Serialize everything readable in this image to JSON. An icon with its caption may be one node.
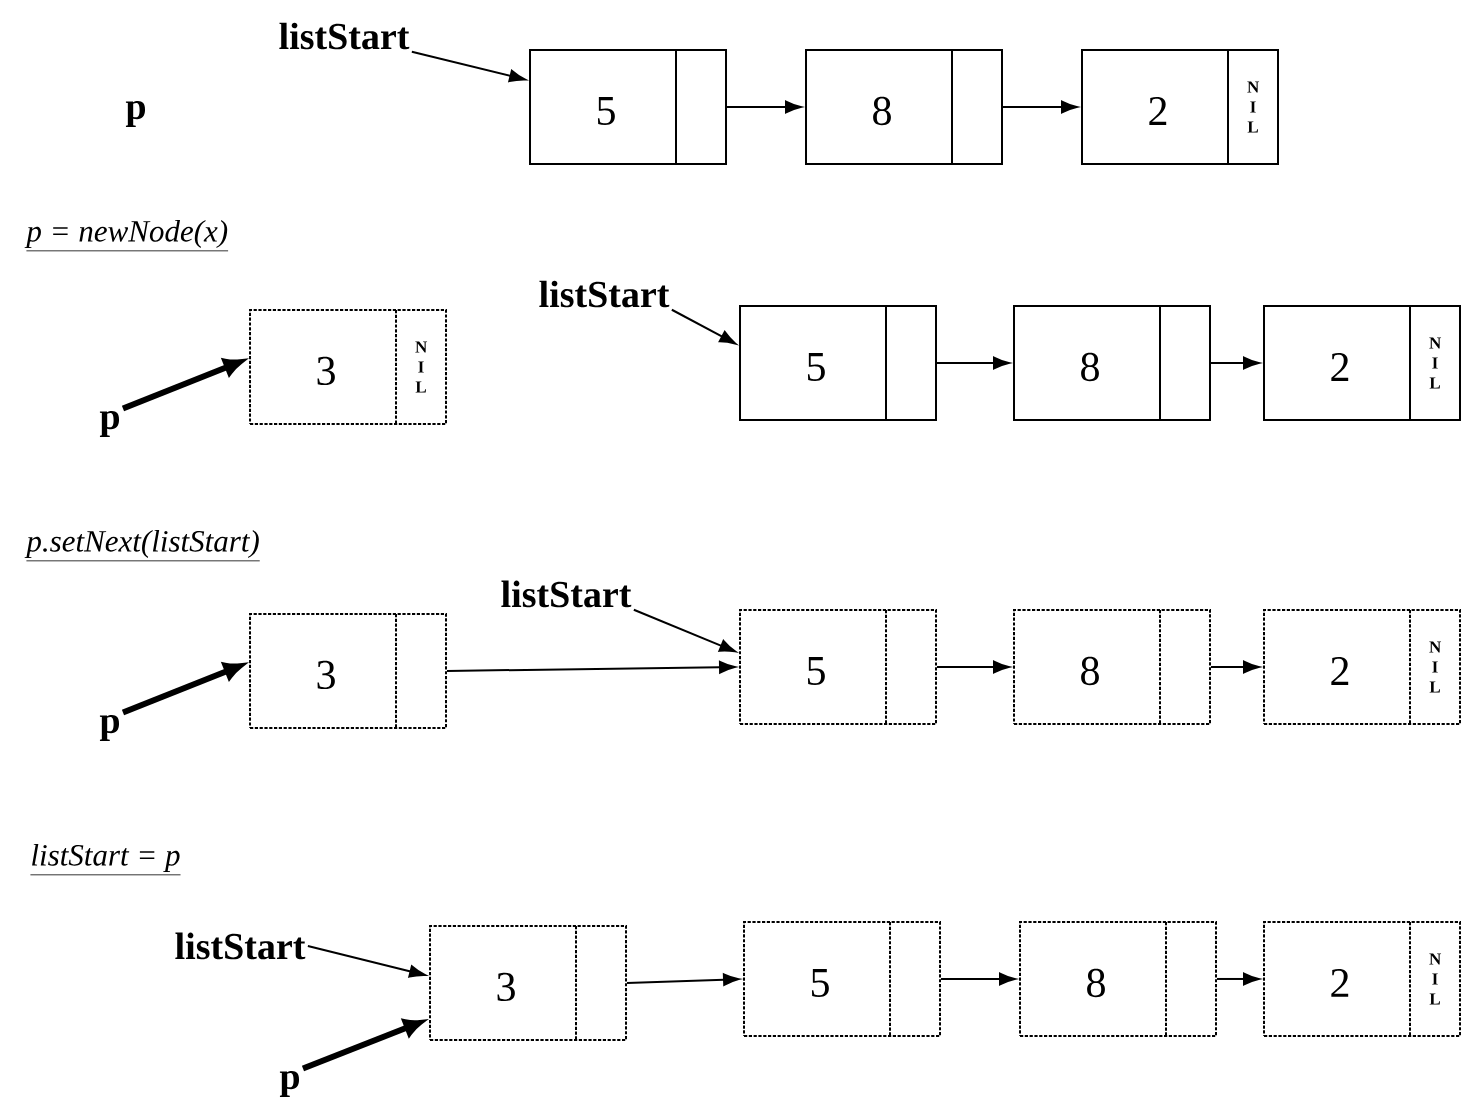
{
  "diagram": {
    "nodes": [
      {
        "text": [
          "listStart"
        ]
      },
      {
        "text": [
          "5"
        ]
      },
      {
        "text": [
          "8"
        ]
      },
      {
        "text": [
          "2",
          "N I L"
        ]
      },
      {
        "text": [
          "listStart"
        ]
      },
      {
        "text": [
          "3",
          "N I L"
        ]
      },
      {
        "text": [
          "5"
        ]
      },
      {
        "text": [
          "8"
        ]
      },
      {
        "text": [
          "2",
          "N I L"
        ]
      },
      {
        "text": [
          "p"
        ]
      },
      {
        "text": [
          "listStart"
        ]
      },
      {
        "text": [
          "3"
        ]
      },
      {
        "text": [
          "5"
        ]
      },
      {
        "text": [
          "8"
        ]
      },
      {
        "text": [
          "2",
          "N I L"
        ]
      },
      {
        "text": [
          "p"
        ]
      },
      {
        "text": [
          "listStart"
        ]
      },
      {
        "text": [
          "3"
        ]
      },
      {
        "text": [
          "5"
        ]
      },
      {
        "text": [
          "8"
        ]
      },
      {
        "text": [
          "2",
          "N I L"
        ]
      },
      {
        "text": [
          "p"
        ]
      }
    ],
    "edges": [
      {
        "from": 0,
        "to": 1,
        "arrow": "to"
      },
      {
        "from": 1,
        "to": 2,
        "arrow": "to"
      },
      {
        "from": 2,
        "to": 3,
        "arrow": "to"
      },
      {
        "from": 4,
        "to": 6,
        "arrow": "to"
      },
      {
        "from": 6,
        "to": 7,
        "arrow": "to"
      },
      {
        "from": 7,
        "to": 8,
        "arrow": "to"
      },
      {
        "from": 9,
        "to": 5,
        "arrow": "to",
        "style": "thick"
      },
      {
        "from": 10,
        "to": 12,
        "arrow": "to"
      },
      {
        "from": 11,
        "to": 12,
        "arrow": "to"
      },
      {
        "from": 12,
        "to": 13,
        "arrow": "to"
      },
      {
        "from": 13,
        "to": 14,
        "arrow": "to"
      },
      {
        "from": 15,
        "to": 11,
        "arrow": "to",
        "style": "thick"
      },
      {
        "from": 16,
        "to": 17,
        "arrow": "to"
      },
      {
        "from": 17,
        "to": 18,
        "arrow": "to"
      },
      {
        "from": 18,
        "to": 19,
        "arrow": "to"
      },
      {
        "from": 19,
        "to": 20,
        "arrow": "to"
      },
      {
        "from": 21,
        "to": 17,
        "arrow": "to",
        "style": "thick"
      }
    ],
    "labels": [
      "p",
      "p = newNode(x)",
      "p.setNext(listStart)",
      "listStart = p"
    ]
  }
}
